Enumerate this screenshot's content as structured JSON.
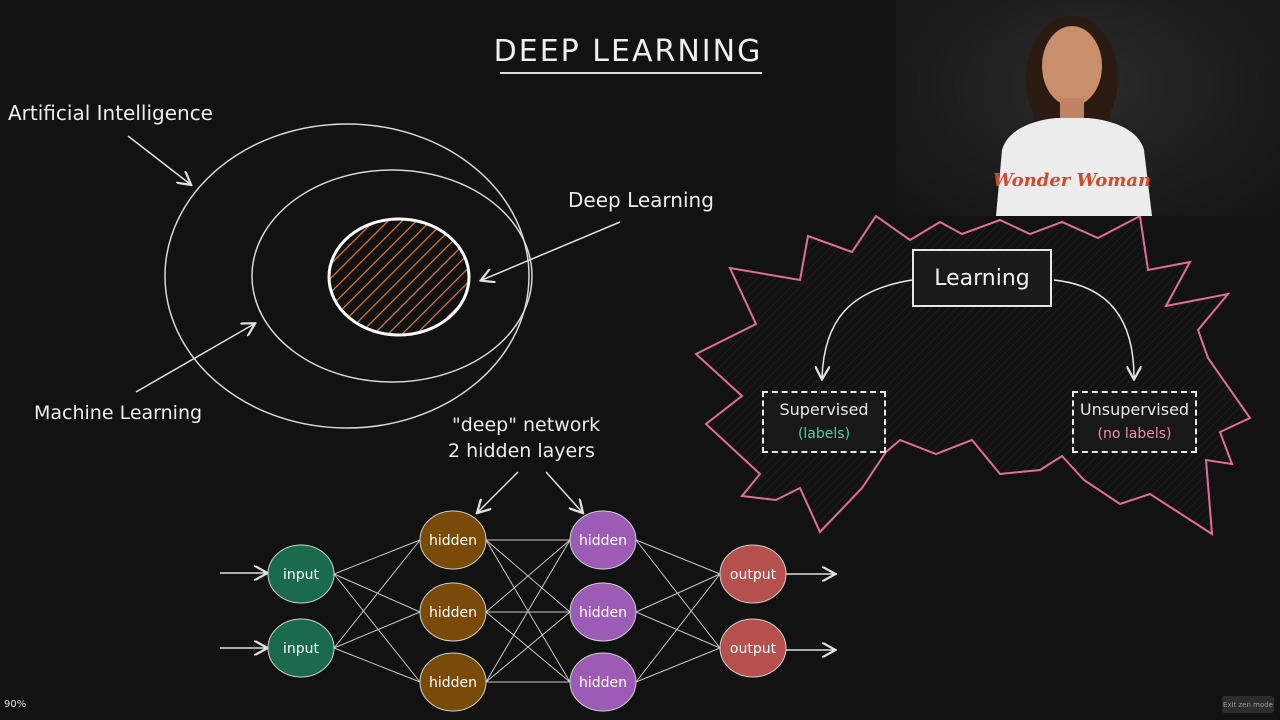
{
  "title": "DEEP LEARNING",
  "venn": {
    "ai_label": "Artificial Intelligence",
    "dl_label": "Deep Learning",
    "ml_label": "Machine Learning"
  },
  "network": {
    "caption_line1": "\"deep\" network",
    "caption_line2": "2 hidden layers",
    "input_layer": [
      "input",
      "input"
    ],
    "hidden_layer_1": [
      "hidden",
      "hidden",
      "hidden"
    ],
    "hidden_layer_2": [
      "hidden",
      "hidden",
      "hidden"
    ],
    "output_layer": [
      "output",
      "output"
    ],
    "colors": {
      "input": "#1a6b4c",
      "hidden1": "#7a4a08",
      "hidden2": "#9c5cb6",
      "output": "#b5504c"
    }
  },
  "learning_diagram": {
    "root": "Learning",
    "supervised": {
      "label": "Supervised",
      "note": "(labels)"
    },
    "unsupervised": {
      "label": "Unsupervised",
      "note": "(no labels)"
    },
    "border_color": "#e36d9a"
  },
  "webcam": {
    "shirt_text": "Wonder Woman"
  },
  "status": {
    "zoom": "90%",
    "exit_label": "Exit zen mode"
  },
  "colors": {
    "background": "#121212",
    "accent_orange": "#d9782f"
  }
}
